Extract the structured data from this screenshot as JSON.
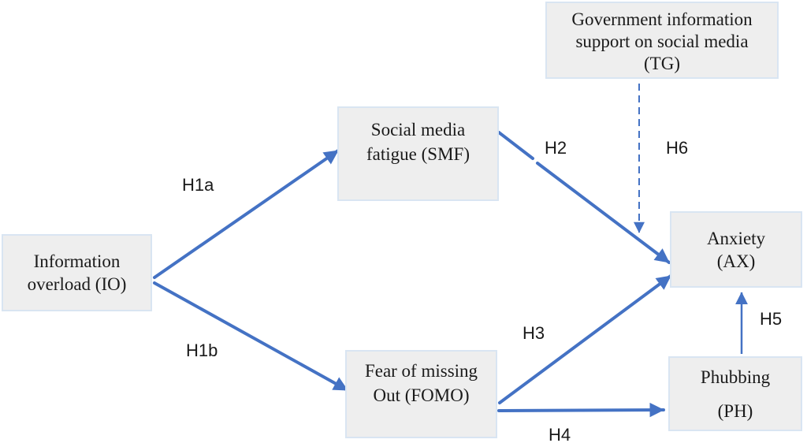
{
  "colors": {
    "arrow": "#4472C4",
    "box_fill": "#EEEEEE",
    "box_border": "#D9E5F2",
    "text": "#1A1A1A",
    "background": "#FFFFFF"
  },
  "diagram": {
    "nodes": {
      "tg": {
        "lines": [
          "Government information",
          "support on social media",
          "(TG)"
        ]
      },
      "io": {
        "lines": [
          "Information",
          "overload (IO)"
        ]
      },
      "smf": {
        "lines": [
          "Social media",
          "fatigue (SMF)"
        ]
      },
      "fomo": {
        "lines": [
          "Fear of missing",
          "Out (FOMO)"
        ]
      },
      "ax": {
        "lines": [
          "Anxiety",
          "(AX)"
        ]
      },
      "ph": {
        "lines": [
          "Phubbing",
          "(PH)"
        ]
      }
    },
    "edges": {
      "h1a": {
        "label": "H1a",
        "from": "io",
        "to": "smf",
        "style": "solid"
      },
      "h1b": {
        "label": "H1b",
        "from": "io",
        "to": "fomo",
        "style": "solid"
      },
      "h2": {
        "label": "H2",
        "from": "smf",
        "to": "ax",
        "style": "solid"
      },
      "h3": {
        "label": "H3",
        "from": "fomo",
        "to": "ax",
        "style": "solid"
      },
      "h4": {
        "label": "H4",
        "from": "fomo",
        "to": "ph",
        "style": "solid"
      },
      "h5": {
        "label": "H5",
        "from": "ph",
        "to": "ax",
        "style": "solid"
      },
      "h6": {
        "label": "H6",
        "from": "tg",
        "to": "h2-path",
        "style": "dashed"
      }
    }
  }
}
